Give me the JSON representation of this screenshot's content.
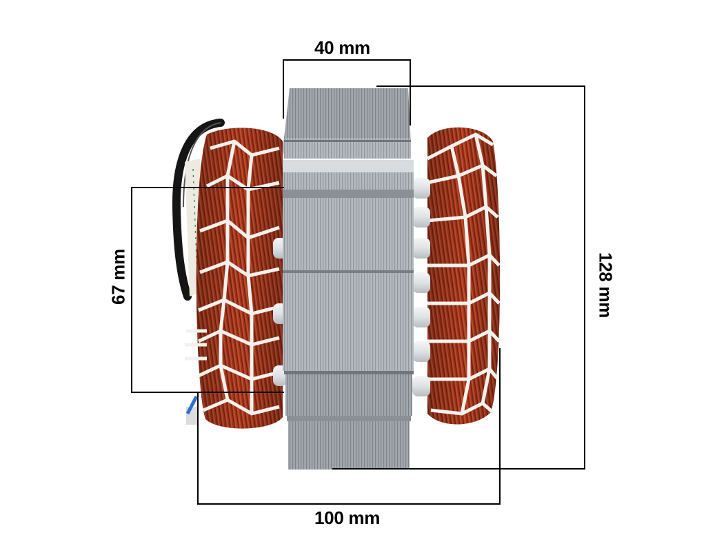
{
  "product": {
    "subject": "Electric motor stator with copper windings",
    "colors": {
      "background": "#ffffff",
      "dimension_line": "#000000",
      "core_light": "#b9bec3",
      "core_dark": "#8e949a",
      "copper": "#a8361d",
      "copper_dark": "#6e1e10",
      "lacing": "#f3f1ec",
      "cable": "#1a1a1a"
    }
  },
  "dimensions": {
    "width_core": {
      "label": "40 mm",
      "value": 40,
      "unit": "mm"
    },
    "height_total": {
      "label": "128 mm",
      "value": 128,
      "unit": "mm"
    },
    "height_inner": {
      "label": "67 mm",
      "value": 67,
      "unit": "mm"
    },
    "width_total": {
      "label": "100 mm",
      "value": 100,
      "unit": "mm"
    }
  }
}
